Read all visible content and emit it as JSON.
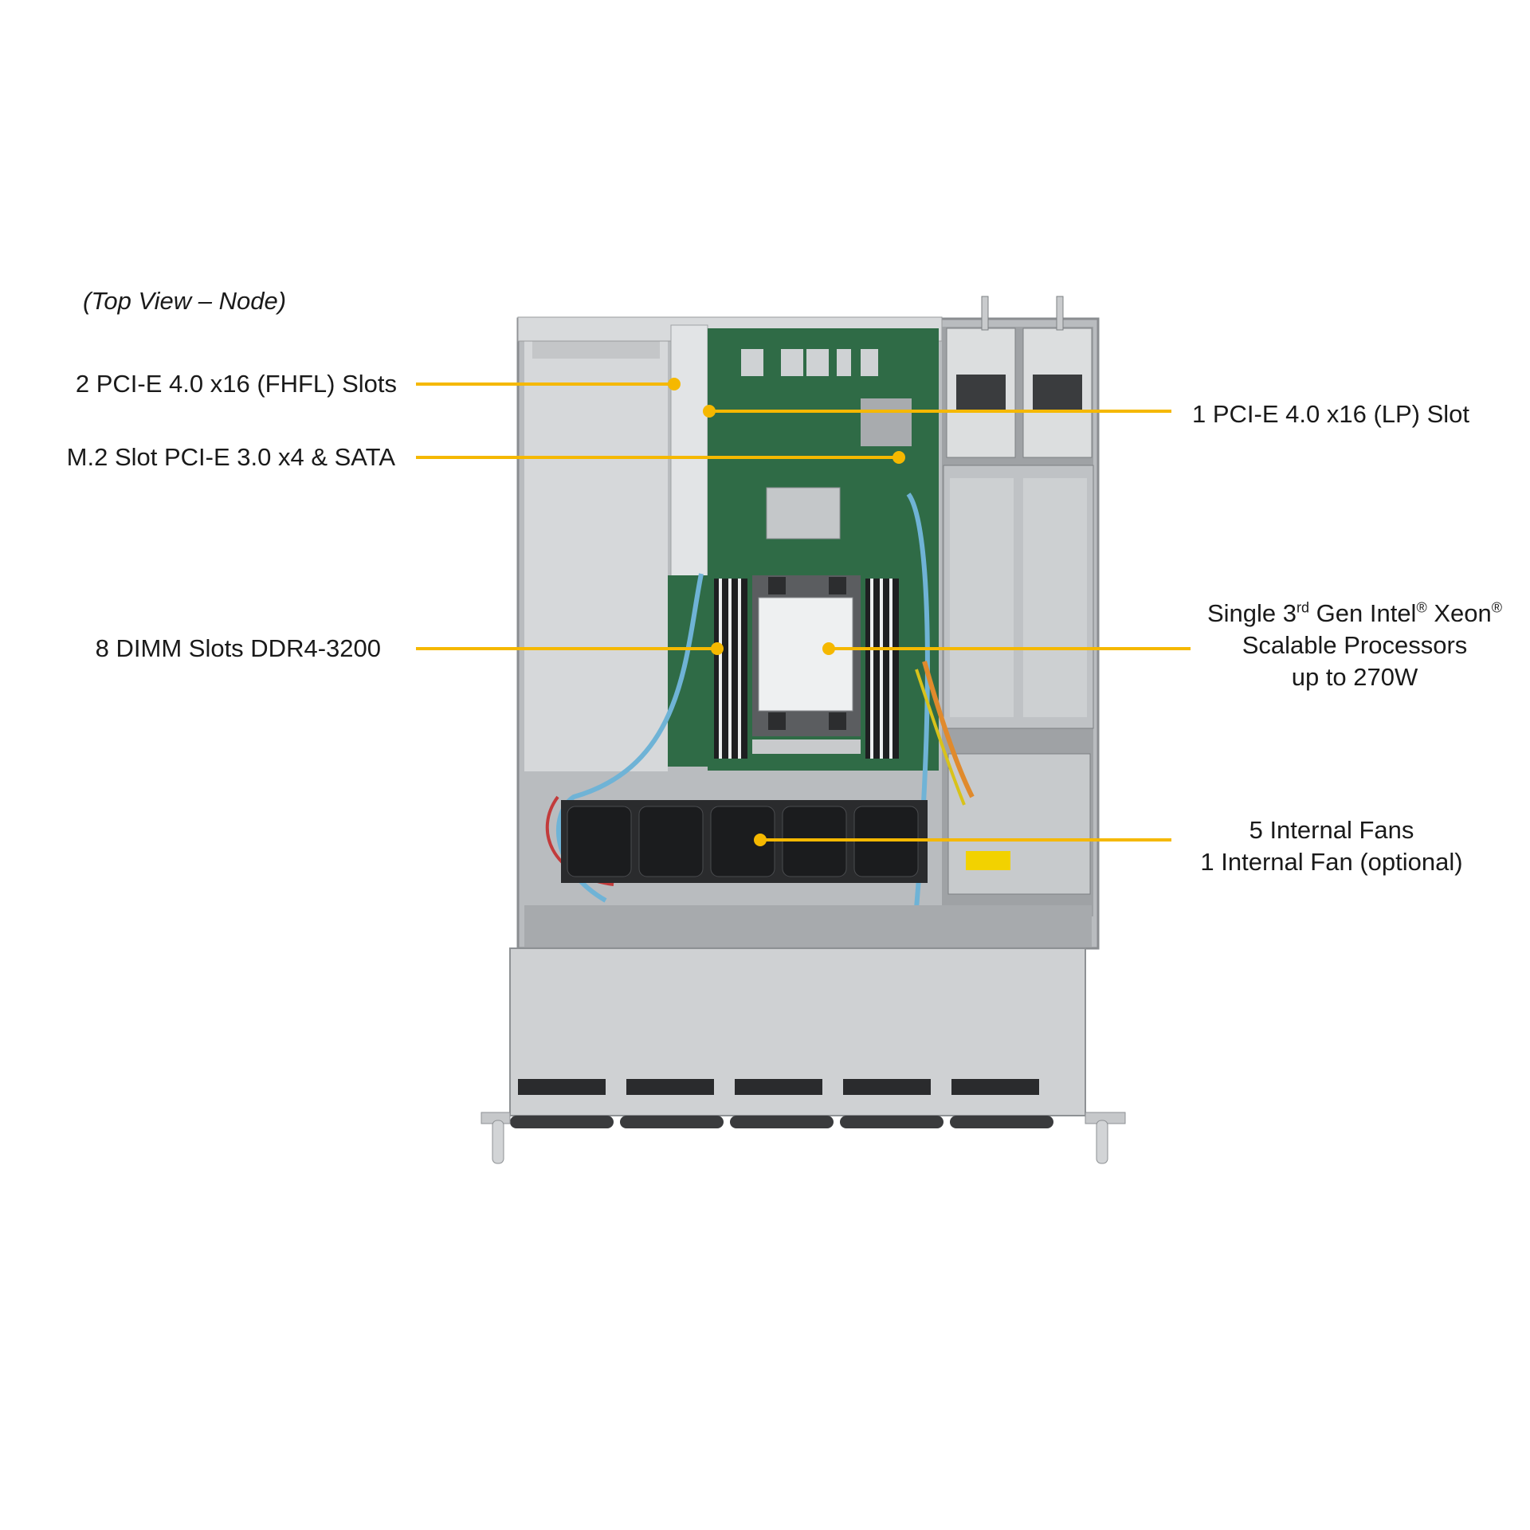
{
  "caption": "(Top View – Node)",
  "colors": {
    "callout": "#f5b800",
    "chassis": "#c8cacc",
    "board": "#2f6b46"
  },
  "callouts": {
    "fhfl": "2 PCI-E 4.0 x16 (FHFL) Slots",
    "m2": "M.2 Slot PCI-E 3.0 x4 & SATA",
    "dimm": "8 DIMM  Slots DDR4-3200",
    "lp": "1 PCI-E 4.0 x16 (LP) Slot",
    "cpu": {
      "line1_a": "Single 3",
      "line1_sup1": "rd",
      "line1_b": " Gen Intel",
      "line1_sup2": "®",
      "line1_c": "  Xeon",
      "line1_sup3": "®",
      "line2": "Scalable Processors",
      "line3": "up to 270W"
    },
    "fans": {
      "line1": "5 Internal  Fans",
      "line2": "1 Internal  Fan (optional)"
    }
  }
}
